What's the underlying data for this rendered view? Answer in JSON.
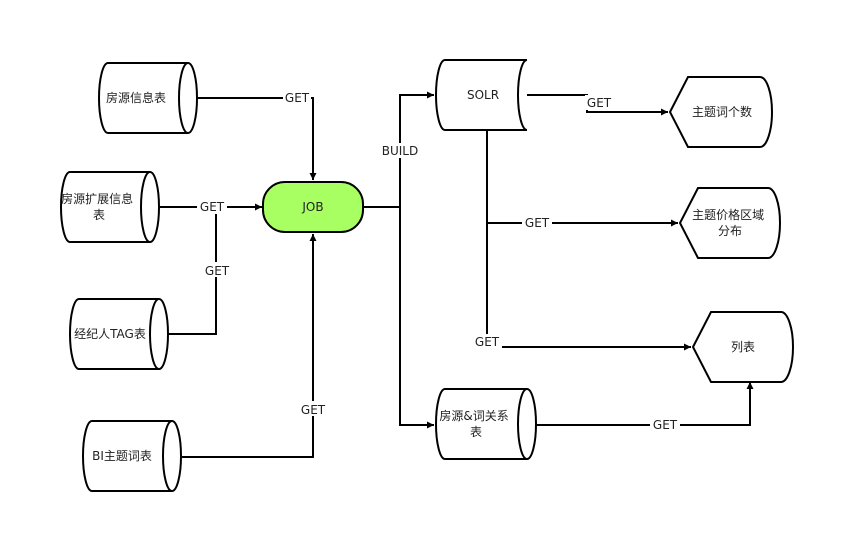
{
  "colors": {
    "stroke": "#000000",
    "background": "#ffffff",
    "job_fill": "#a8ff62"
  },
  "nodes": {
    "source_house_info": "房源信息表",
    "source_house_ext_lines": [
      "房源扩展信息",
      "表"
    ],
    "source_agent_tag": "经纪人TAG表",
    "source_bi_topic": "BI主题词表",
    "job": "JOB",
    "solr": "SOLR",
    "house_word_rel_lines": [
      "房源&词关系",
      "表"
    ],
    "out_topic_count": "主题词个数",
    "out_topic_price_lines": [
      "主题价格区域",
      "分布"
    ],
    "out_list": "列表"
  },
  "edges": {
    "get": "GET",
    "build": "BUILD"
  }
}
